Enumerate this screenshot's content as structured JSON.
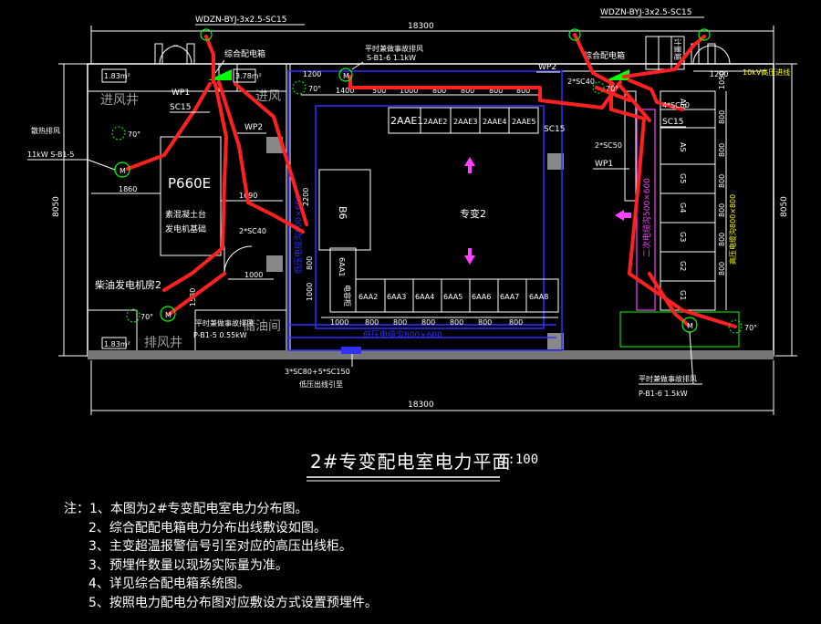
{
  "drawing": {
    "title": "2#专变配电室电力平面",
    "scale": "1:100",
    "colors": {
      "background": "#000000",
      "wall": "#ffffff",
      "cable": "#ff2020",
      "trench": "#3030ff",
      "accent_green": "#00ff00",
      "text": "#ffffff",
      "magenta": "#ff40ff",
      "yellow": "#ffff00"
    }
  },
  "dimensions": {
    "overall_top": "18300",
    "overall_bottom": "18300",
    "height_left": "8050",
    "height_right": "8050",
    "d1200_left": "1200",
    "d1400": "1400",
    "top_run": [
      "500",
      "1000",
      "800",
      "800",
      "800",
      "800"
    ],
    "d1200_right": "1200",
    "d1050": "1050",
    "right_run": [
      "800",
      "800",
      "800",
      "800",
      "800",
      "800"
    ],
    "d1860": "1860",
    "d1690": "1690",
    "d2200": "2200",
    "d800_left": "800",
    "d1000_left": "1000",
    "bottom_run": [
      "1000",
      "800",
      "800",
      "800",
      "800",
      "800",
      "800"
    ],
    "d1000_gen": "1000",
    "d1580": "1580"
  },
  "rooms": {
    "intake_left": "进风井",
    "intake_mid": "进风",
    "exhaust": "排风井",
    "oil": "储油间",
    "genset_room": "柴油发电机房2",
    "genset_model": "P660E",
    "genset_base_1": "素混凝土台",
    "genset_base_2": "发电机基础",
    "transformer": "专变2",
    "area_left_1": "1.83m²",
    "area_left_2": "1.83m²",
    "area_right": "3.78m²"
  },
  "equipment": {
    "b6": "B6",
    "cab_2aa1": "6AA1",
    "cab_2aa1_b": "电容柜",
    "hv_cabinets": [
      "2AAE1",
      "2AAE2",
      "2AAE3",
      "2AAE4",
      "2AAE5"
    ],
    "lv_cabinets": [
      "6AA2",
      "6AA3",
      "6AA4",
      "6AA5",
      "6AA6",
      "6AA7",
      "6AA8"
    ],
    "right_cabinets": [
      "AD",
      "AS",
      "G5",
      "G4",
      "G3",
      "G2",
      "G1"
    ],
    "hv_trench_label": "低压电缆沟800×600",
    "lv_trench_label": "低压电缆沟800×600",
    "right_trench_label": "二次电缆沟500×600",
    "far_right_trench": "高压电缆沟800×800",
    "ten_kv": "10kV高压进线",
    "small_box": "计量箱"
  },
  "cables": {
    "top_left": "WDZN-BYJ-3x2.5-SC15",
    "top_right": "WDZN-BYJ-3x2.5-SC15",
    "dist_box_left": "综合配电箱",
    "dist_box_right": "综合配电箱",
    "wp1_left": "WP1",
    "sc15_left": "SC15",
    "wp2_left": "WP2",
    "sc40_left": "2*SC40",
    "wp2_top": "WP2",
    "sc40_right": "2*SC40",
    "sc50_a": "4*SC50",
    "sc15_right": "SC15",
    "sc15_mid": "SC15",
    "sc50_b": "2*SC50",
    "wp1_right": "WP1",
    "bottom_conduit": "3*SC80+5*SC150",
    "bottom_conduit_sub": "低压出线引至",
    "fan_top_sub": "平时兼做事故排风",
    "fan_top_name": "S-B1-6  1.1kW",
    "fan_left_name": "散热排风",
    "fan_left_spec": "11kW  S-B1-5",
    "fan_bl_sub": "平时兼做事故排风",
    "fan_bl_name": "P-B1-5  0.55kW",
    "fan_br_sub": "平时兼做事故排风",
    "fan_br_name": "P-B1-6  1.5kW",
    "deg70": "70°"
  },
  "notes": {
    "prefix": "注：",
    "n1": "1、本图为2#专变配电室电力分布图。",
    "n2": "2、综合配配电箱电力分布出线敷设如图。",
    "n3": "3、主变超温报警信号引至对应的高压出线柜。",
    "n4": "3、预埋件数量以现场实际量为准。",
    "n5": "4、详见综合配电箱系统图。",
    "n6": "5、按照电力配电分布图对应敷设方式设置预埋件。"
  }
}
